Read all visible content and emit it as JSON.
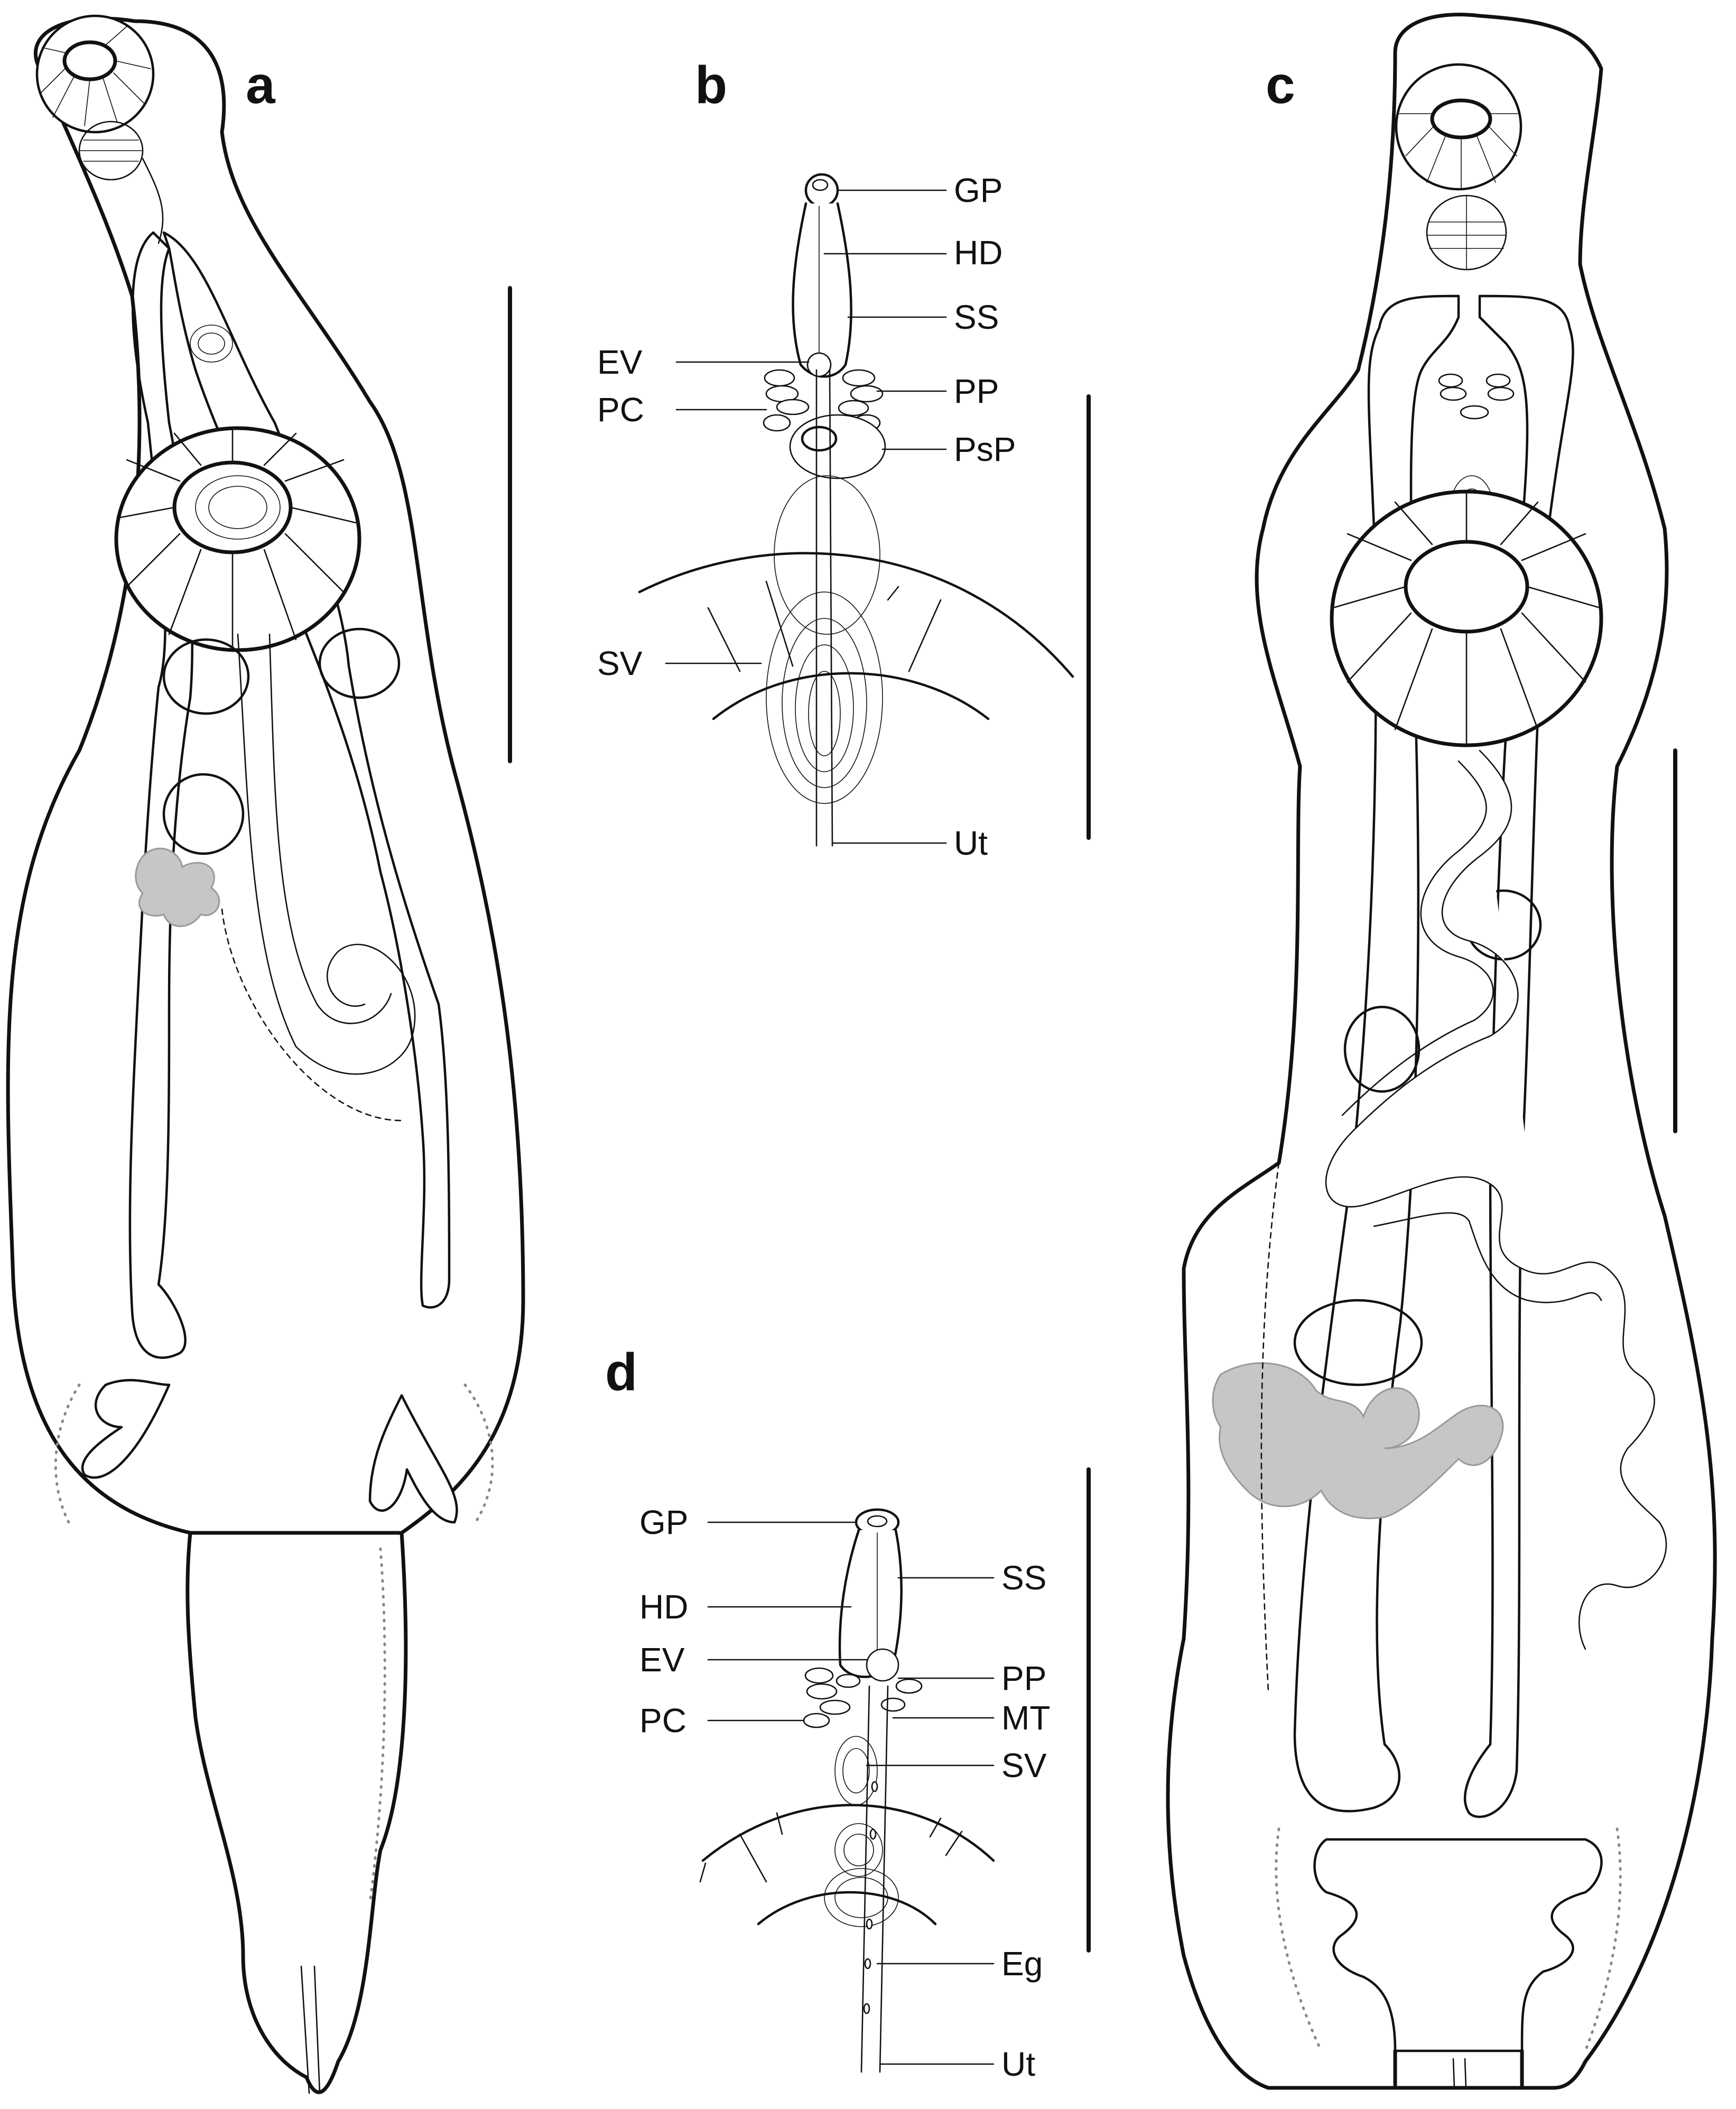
{
  "panels": [
    {
      "letter": "a",
      "scale_bar": true
    },
    {
      "letter": "b",
      "scale_bar": true,
      "labels": [
        "GP",
        "HD",
        "SS",
        "EV",
        "PP",
        "PC",
        "PsP",
        "SV",
        "Ut"
      ]
    },
    {
      "letter": "c",
      "scale_bar": true
    },
    {
      "letter": "d",
      "scale_bar": true,
      "labels": [
        "GP",
        "SS",
        "HD",
        "EV",
        "PP",
        "PC",
        "MT",
        "SV",
        "Eg",
        "Ut"
      ]
    }
  ],
  "colors": {
    "line": "#111111",
    "gland_fill": "#c6c6c6",
    "background": "#ffffff"
  }
}
